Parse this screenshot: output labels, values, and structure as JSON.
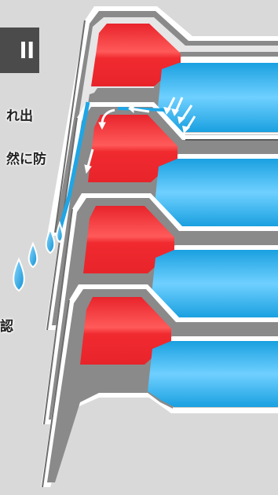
{
  "title": "ll",
  "labels": {
    "line1": "れ出",
    "line2": "然に防",
    "line3": "認"
  },
  "colors": {
    "background": "#d9d9d9",
    "insulation_red": "#e8242b",
    "panel_blue": "#1aa0e0",
    "outline_gray": "#7a7a7a",
    "water_drop": "#1ea6e6",
    "flow_arrow": "#ffffff"
  },
  "icons": [
    "water-drop-icon",
    "flow-arrow-icon",
    "wind-arrow-icon"
  ]
}
